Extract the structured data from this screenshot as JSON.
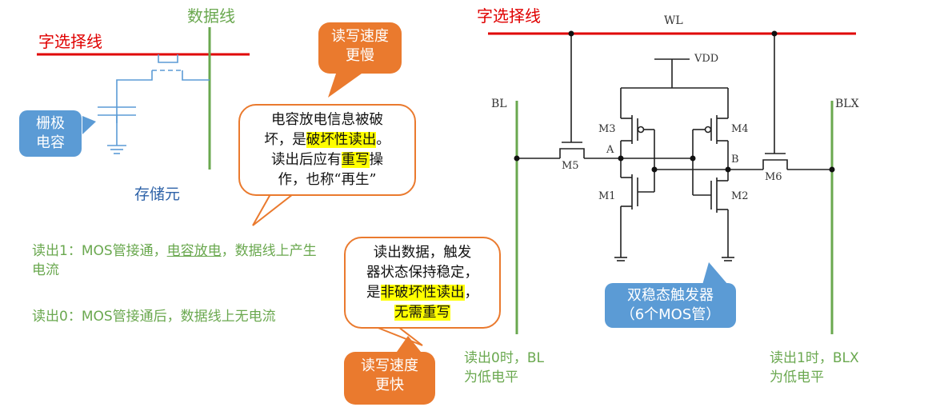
{
  "left": {
    "word_line_label": "字选择线",
    "data_line_label": "数据线",
    "gate_cap_label": "栅极\n电容",
    "storage_label": "存储元",
    "read1_prefix": "读出1：MOS管接通，",
    "read1_underlined": "电容放电",
    "read1_suffix": "，数据线上产生电流",
    "read0_text": "读出0：MOS管接通后，数据线上无电流",
    "slow_box": "读写速度\n更慢",
    "bubble1": {
      "l1": "电容放电信息被破",
      "l2_pre": "坏，是",
      "l2_hl": "破坏性读出",
      "l2_post": "。",
      "l3_pre": "读出后应有",
      "l3_hl": "重写",
      "l3_post": "操",
      "l4": "作，也称“再生”"
    },
    "bubble2": {
      "l1": "读出数据，触发",
      "l2": "器状态保持稳定，",
      "l3_pre": "是",
      "l3_hl": "非破坏性读出",
      "l3_post": "，",
      "l4_hl": "无需重写"
    },
    "fast_box": "读写速度\n更快"
  },
  "right": {
    "word_line_label": "字选择线",
    "wl": "WL",
    "vdd": "VDD",
    "bl": "BL",
    "blx": "BLX",
    "m1": "M1",
    "m2": "M2",
    "m3": "M3",
    "m4": "M4",
    "m5": "M5",
    "m6": "M6",
    "node_a": "A",
    "node_b": "B",
    "flipflop_box": "双稳态触发器\n（6个MOS管）",
    "read0_note": "读出0时，BL\n为低电平",
    "read1_note": "读出1时，BLX\n为低电平"
  },
  "colors": {
    "word_line": "#e00000",
    "data_line": "#6aa84f",
    "dram_wire": "#5b9bd5",
    "orange": "#ea7a2e",
    "blue_box": "#5b9bd5",
    "highlight": "#ffff00"
  }
}
